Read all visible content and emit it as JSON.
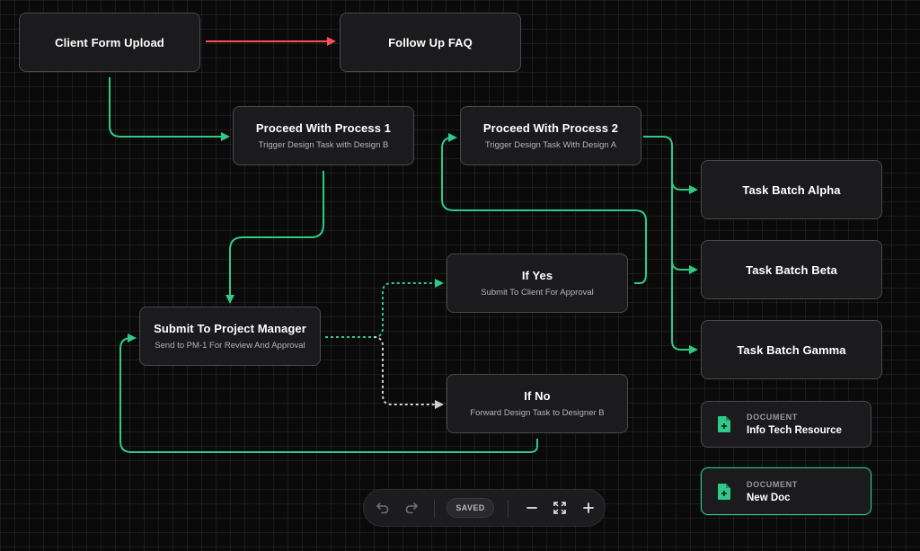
{
  "colors": {
    "connector_green": "#2fc98a",
    "connector_red": "#ff4b5c",
    "connector_gray": "#cfcfd2",
    "node_bg": "#1b1b1d",
    "node_border": "#4a4a4e"
  },
  "nodes": {
    "client_form_upload": {
      "title": "Client Form Upload"
    },
    "follow_up_faq": {
      "title": "Follow Up FAQ"
    },
    "proceed_process_1": {
      "title": "Proceed With Process 1",
      "subtitle": "Trigger Design Task with Design B"
    },
    "proceed_process_2": {
      "title": "Proceed With Process 2",
      "subtitle": "Trigger Design Task With Design A"
    },
    "task_batch_alpha": {
      "title": "Task Batch Alpha"
    },
    "task_batch_beta": {
      "title": "Task Batch Beta"
    },
    "task_batch_gamma": {
      "title": "Task Batch Gamma"
    },
    "if_yes": {
      "title": "If Yes",
      "subtitle": "Submit To Client For Approval"
    },
    "submit_pm": {
      "title": "Submit To Project Manager",
      "subtitle": "Send to PM-1 For Review And Approval"
    },
    "if_no": {
      "title": "If No",
      "subtitle": "Forward Design Task to Designer B"
    }
  },
  "documents": [
    {
      "type": "DOCUMENT",
      "name": "Info Tech Resource",
      "icon": "document-plus-icon"
    },
    {
      "type": "DOCUMENT",
      "name": "New Doc",
      "icon": "document-plus-icon"
    }
  ],
  "toolbar": {
    "undo_icon": "undo-icon",
    "redo_icon": "redo-icon",
    "saved_label": "SAVED",
    "zoom_out_icon": "minus-icon",
    "fit_icon": "fit-screen-icon",
    "zoom_in_icon": "plus-icon"
  }
}
